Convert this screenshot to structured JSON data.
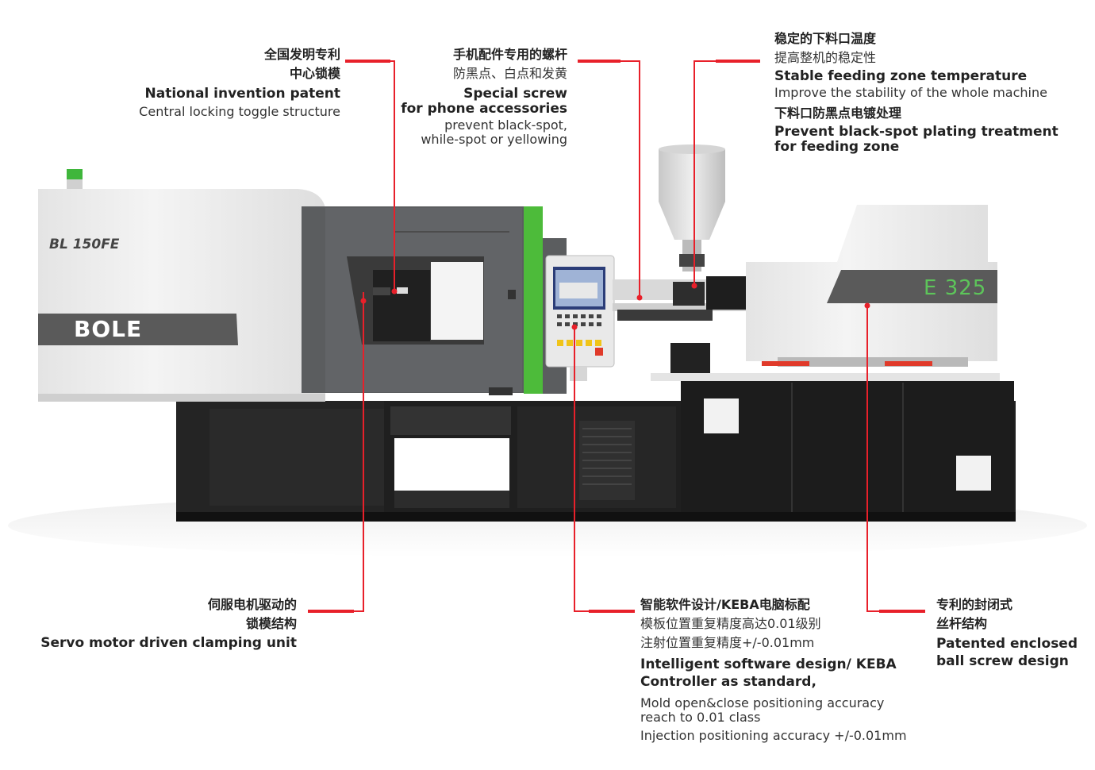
{
  "machine": {
    "model": "BL 150FE",
    "brand": "BOLE",
    "injection_unit": "E 325",
    "accent_color": "#e8202a",
    "brand_green": "#4dbb3a"
  },
  "callouts": {
    "patent": {
      "zh1": "全国发明专利",
      "zh2": "中心锁模",
      "en1": "National invention patent",
      "en2": "Central locking toggle structure"
    },
    "screw": {
      "zh1": "手机配件专用的螺杆",
      "zh2": "防黑点、白点和发黄",
      "en1": "Special screw",
      "en2": "for phone accessories",
      "en3": "prevent black-spot,",
      "en4": "while-spot or yellowing"
    },
    "feeding": {
      "zh1": "稳定的下料口温度",
      "zh2": "提高整机的稳定性",
      "en1": "Stable feeding zone temperature",
      "en2": "Improve the stability of the whole machine",
      "zh3": "下料口防黑点电镀处理",
      "en3": "Prevent black-spot plating treatment",
      "en4": "for feeding zone"
    },
    "servo": {
      "zh1": "伺服电机驱动的",
      "zh2": "锁模结构",
      "en1": "Servo motor driven clamping unit"
    },
    "software": {
      "zh1": "智能软件设计/KEBA电脑标配",
      "zh2": "模板位置重复精度高达0.01级别",
      "zh3": "注射位置重复精度+/-0.01mm",
      "en1": "Intelligent software design/ KEBA",
      "en2": "Controller as standard,",
      "en3": "Mold open&close positioning accuracy",
      "en4": "reach to 0.01 class",
      "en5": "Injection positioning accuracy +/-0.01mm"
    },
    "ballscrew": {
      "zh1": "专利的封闭式",
      "zh2": "丝杆结构",
      "en1": "Patented enclosed",
      "en2": "ball screw design"
    }
  }
}
